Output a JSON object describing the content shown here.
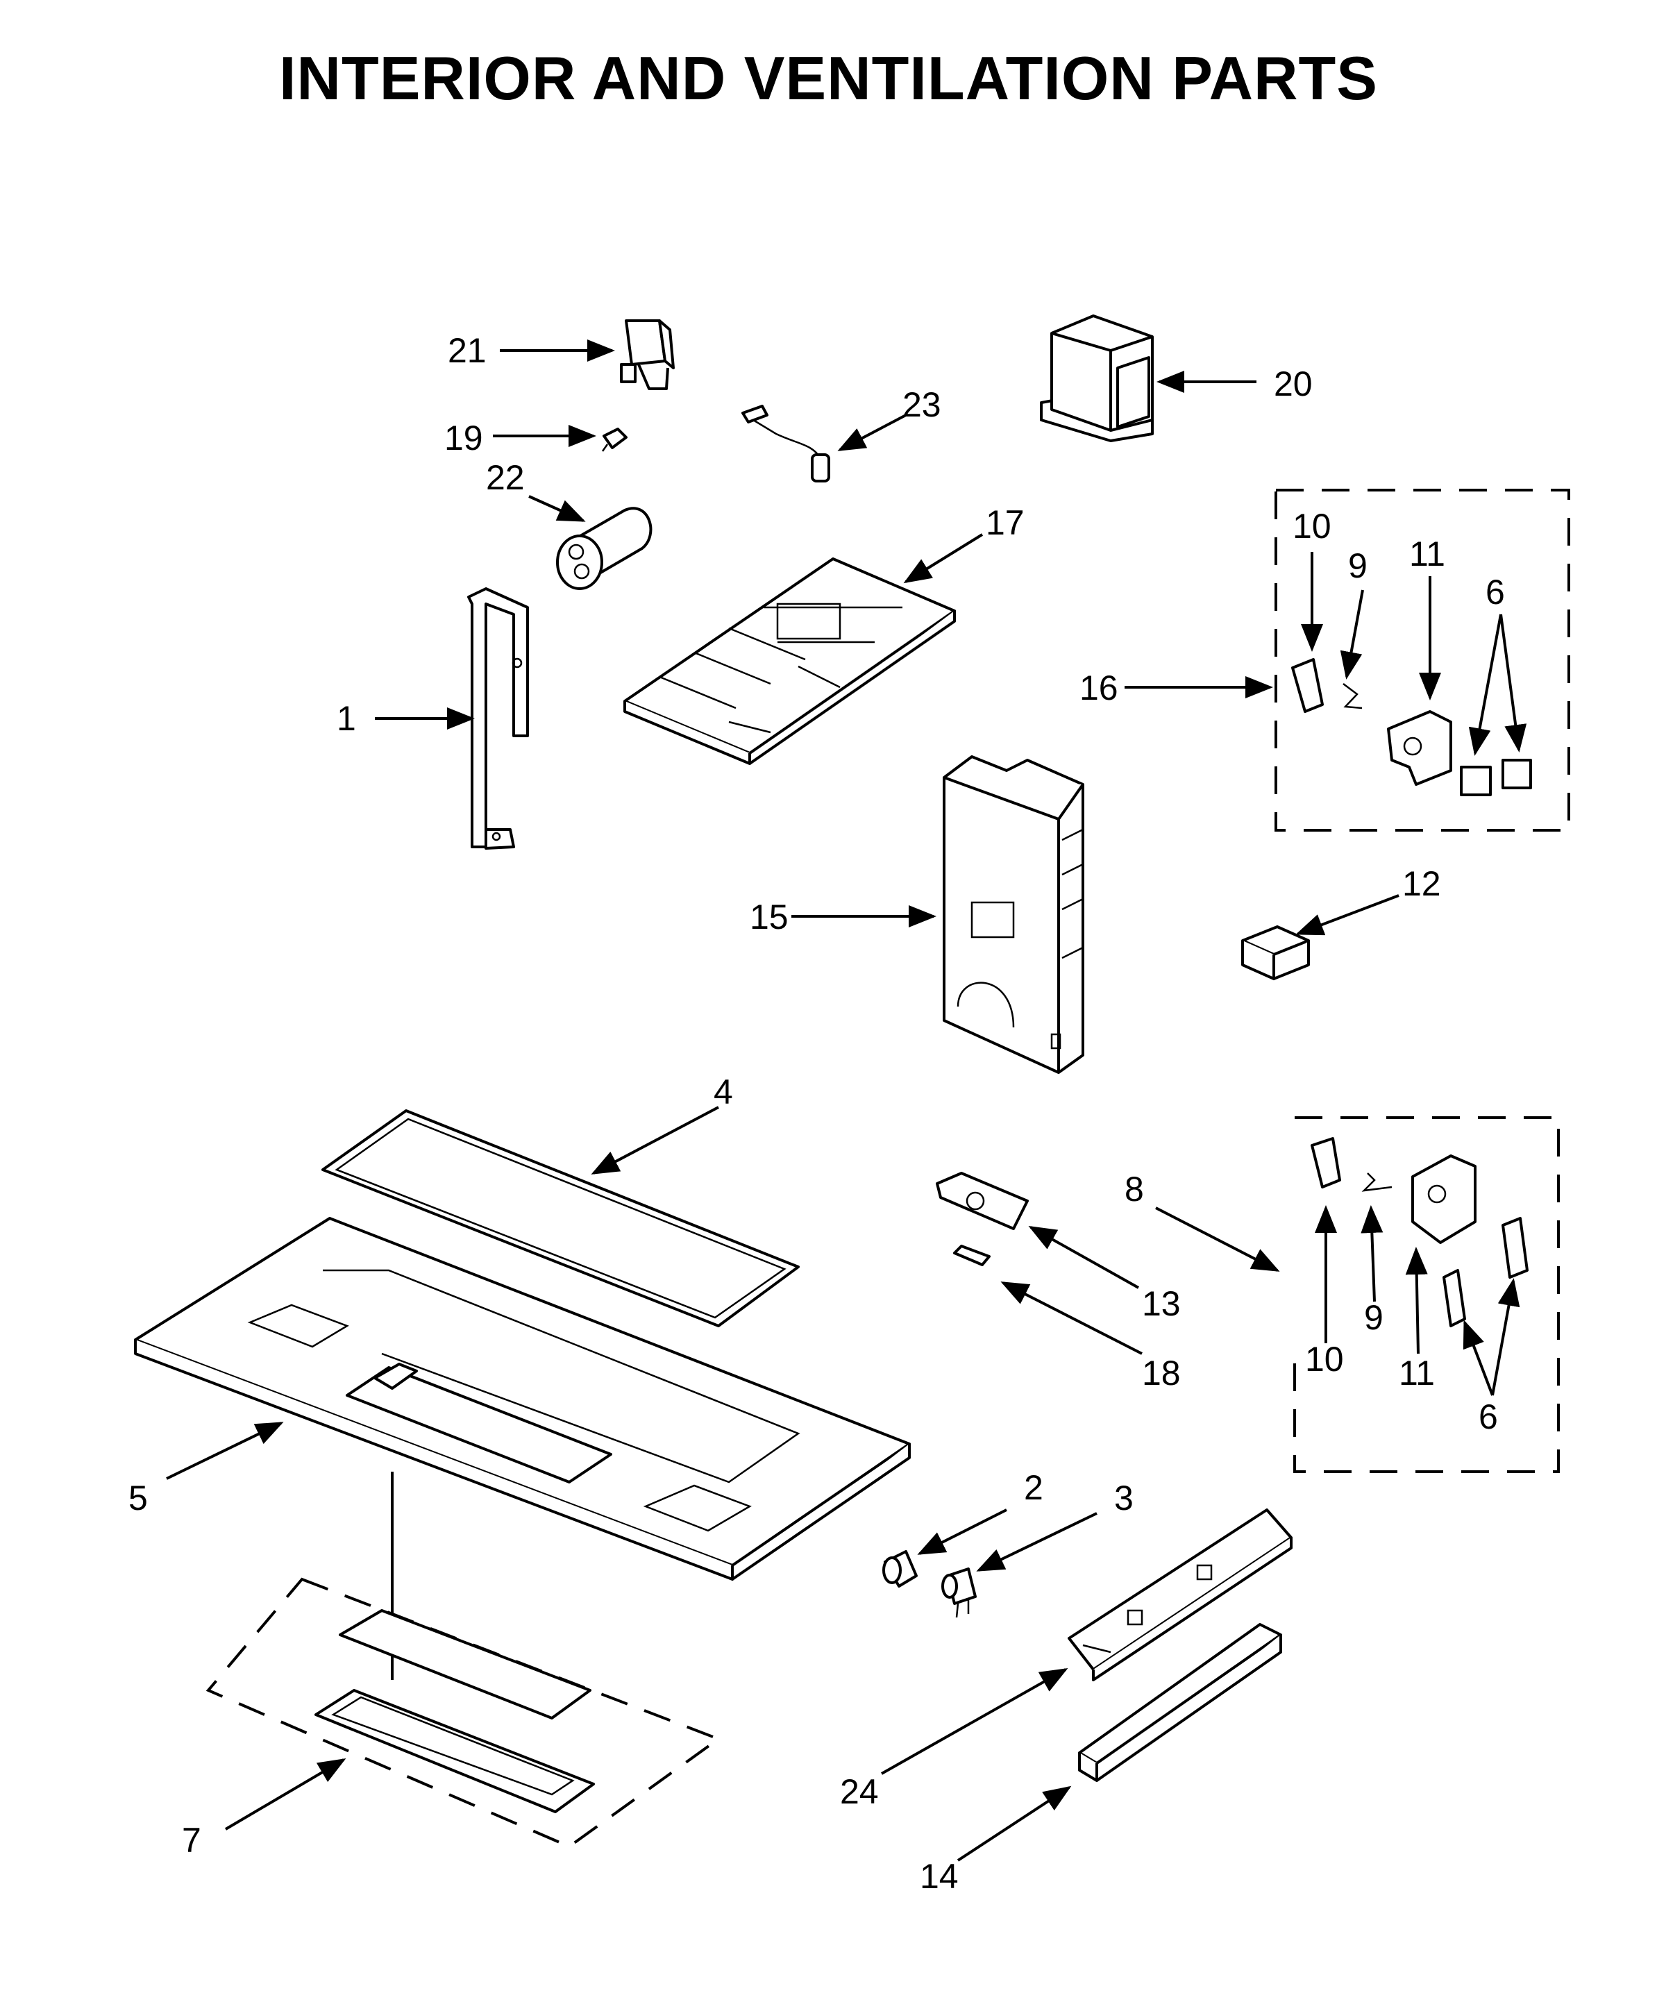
{
  "title": "INTERIOR AND VENTILATION PARTS",
  "callouts": {
    "c1": "1",
    "c2": "2",
    "c3": "3",
    "c4": "4",
    "c5": "5",
    "c6a": "6",
    "c6b": "6",
    "c7": "7",
    "c8": "8",
    "c9a": "9",
    "c9b": "9",
    "c10a": "10",
    "c10b": "10",
    "c11a": "11",
    "c11b": "11",
    "c12": "12",
    "c13": "13",
    "c14": "14",
    "c15": "15",
    "c16": "16",
    "c17": "17",
    "c18": "18",
    "c19": "19",
    "c20": "20",
    "c21": "21",
    "c22": "22",
    "c23": "23",
    "c24": "24"
  }
}
